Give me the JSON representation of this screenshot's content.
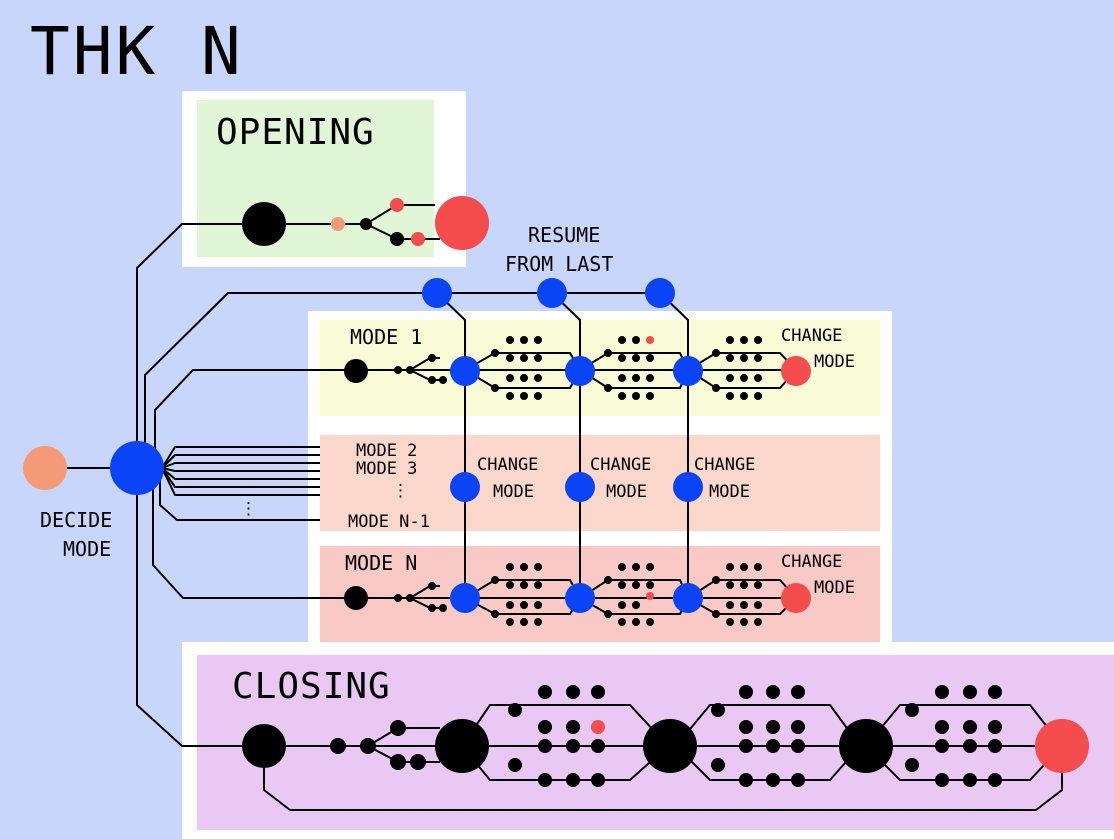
{
  "title": "THK N",
  "sections": {
    "opening": "OPENING",
    "closing": "CLOSING",
    "mode1": "MODE 1",
    "mode2": "MODE 2",
    "mode3": "MODE 3",
    "mode_ellipsis": "⋮",
    "mode_nm1": "MODE N-1",
    "modeN": "MODE N"
  },
  "labels": {
    "resume_line1": "RESUME",
    "resume_line2": "FROM LAST",
    "change": "CHANGE",
    "mode": "MODE",
    "decide": "DECIDE",
    "decide_mode": "MODE",
    "small_ellipsis": "⋮"
  },
  "colors": {
    "background": "#c7d6fa",
    "opening_panel": "#e1f6d6",
    "mode1_panel": "#f8fbd6",
    "middle_panel": "#fcd8cc",
    "modeN_panel": "#f9c9c5",
    "closing_panel": "#e9c9f4",
    "blue_node": "#0a44f6",
    "red_node": "#f54d4d",
    "orange_node": "#f49a77",
    "black_node": "#000000"
  }
}
